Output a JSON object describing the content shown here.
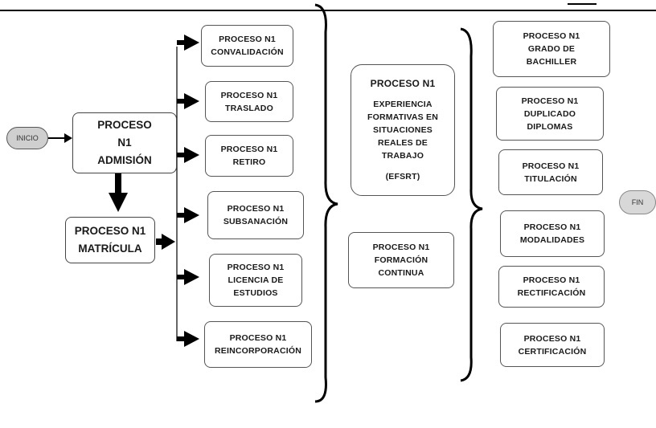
{
  "nodes": {
    "inicio": "INICIO",
    "fin": "FIN",
    "admision": [
      "PROCESO",
      "N1",
      "ADMISIÓN"
    ],
    "matricula": [
      "PROCESO N1",
      "MATRÍCULA"
    ],
    "convalidacion": [
      "PROCESO N1",
      "CONVALIDACIÓN"
    ],
    "traslado": [
      "PROCESO N1",
      "TRASLADO"
    ],
    "retiro": [
      "PROCESO N1",
      "RETIRO"
    ],
    "subsanacion": [
      "PROCESO N1",
      "SUBSANACIÓN"
    ],
    "licencia": [
      "PROCESO N1",
      "LICENCIA DE",
      "ESTUDIOS"
    ],
    "reincorporacion": [
      "PROCESO N1",
      "REINCORPORACIÓN"
    ],
    "efsrt_title": "PROCESO N1",
    "efsrt_body": [
      "EXPERIENCIA",
      "FORMATIVAS EN",
      "SITUACIONES",
      "REALES DE",
      "TRABAJO"
    ],
    "efsrt_abbr": "(EFSRT)",
    "formacion": [
      "PROCESO N1",
      "FORMACIÓN",
      "CONTINUA"
    ],
    "grado": [
      "PROCESO N1",
      "GRADO DE",
      "BACHILLER"
    ],
    "duplicado": [
      "PROCESO N1",
      "DUPLICADO",
      "DIPLOMAS"
    ],
    "titulacion": [
      "PROCESO N1",
      "TITULACIÓN"
    ],
    "modalidades": [
      "PROCESO N1",
      "MODALIDADES"
    ],
    "rectificacion": [
      "PROCESO N1",
      "RECTIFICACIÓN"
    ],
    "certificacion": [
      "PROCESO N1",
      "CERTIFICACIÓN"
    ]
  }
}
